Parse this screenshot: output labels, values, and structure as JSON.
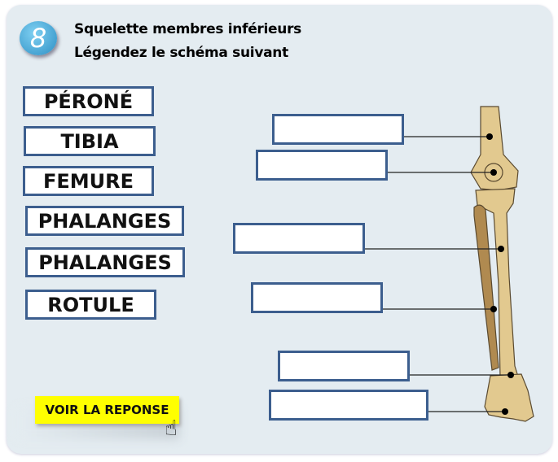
{
  "exercise_number": "8",
  "title": "Squelette membres inférieurs",
  "instruction": "Légendez le schéma suivant",
  "words": [
    "PÉRONÉ",
    "TIBIA",
    "FEMURE",
    "PHALANGES",
    "PHALANGES",
    "ROTULE"
  ],
  "answer_boxes": [
    "",
    "",
    "",
    "",
    "",
    ""
  ],
  "button_label": "VOIR LA REPONSE",
  "colors": {
    "panel": "#e4ecf1",
    "border": "#3c5e8e",
    "button": "#ffff00",
    "bone": "#e2c98f"
  }
}
